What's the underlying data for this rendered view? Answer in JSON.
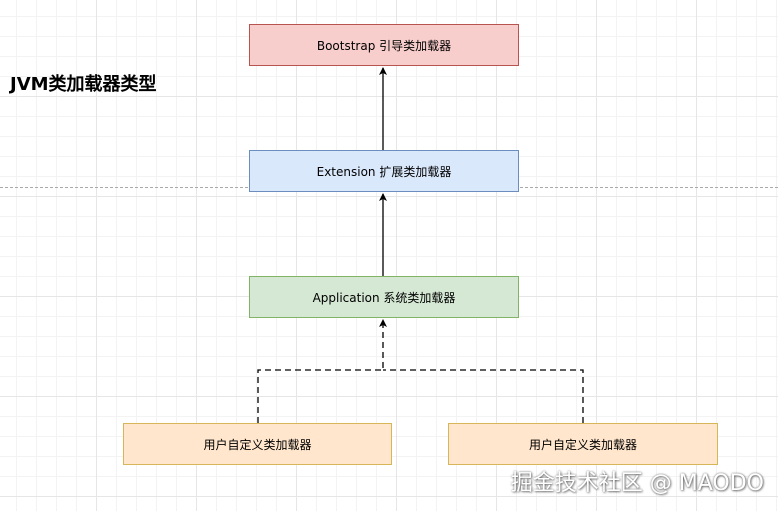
{
  "diagram": {
    "title": "JVM类加载器类型",
    "nodes": {
      "bootstrap": "Bootstrap 引导类加载器",
      "extension": "Extension 扩展类加载器",
      "application": "Application 系统类加载器",
      "user_left": "用户自定义类加载器",
      "user_right": "用户自定义类加载器"
    },
    "colors": {
      "bootstrap_fill": "#f8cecc",
      "extension_fill": "#dae8fc",
      "application_fill": "#d5e8d4",
      "user_fill": "#ffe6cc"
    }
  },
  "watermark": "掘金技术社区 @ MAODO"
}
